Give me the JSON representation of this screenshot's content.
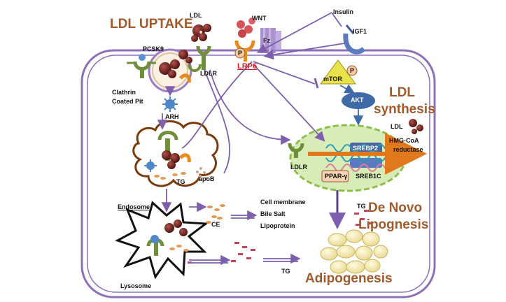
{
  "headings": {
    "ldl_uptake": "LDL UPTAKE",
    "ldl_synthesis_line1": "LDL",
    "ldl_synthesis_line2": "synthesis",
    "de_novo_line1": "De Novo",
    "de_novo_line2": "Lipognesis",
    "adipogenesis": "Adipogenesis"
  },
  "labels": {
    "ldl_top": "LDL",
    "wnt": "WNT",
    "fz": "Fz",
    "insulin": "Insulin",
    "igf1": "IGF1",
    "pcsk9": "PCSK9",
    "p1": "P",
    "p2": "P",
    "lrp6": "LRP6",
    "ldlr_top": "LDLR",
    "mtor": "mTOR",
    "clathrin_line1": "Clathrin",
    "clathrin_line2": "Coated Pit",
    "arh": "ARH",
    "akt": "AKT",
    "ldl_right": "LDL",
    "srebp2": "SREBP2",
    "hmg_line1": "HMG-CoA",
    "hmg_line2": "reductase",
    "ldlr_nucleus": "LDLR",
    "ppar": "PPAR-γ",
    "sreb1c": "SREB1C",
    "tg_endosome": "TG",
    "apob": "apoB",
    "endosome": "Endosome",
    "ce": "CE",
    "cell_membrane": "Cell membrane",
    "bile_salt": "Bile Salt",
    "lipoprotein": "Lipoprotein",
    "tg_right": "TG",
    "tg_bottom": "TG",
    "lysosome": "Lysosome"
  },
  "colors": {
    "membrane": "#8d6fb8",
    "heading_brown": "#a05a2c",
    "ldl_particle": "#6b1f1f",
    "receptor_green": "#6f8f3a",
    "akt_blue": "#3f6aa8",
    "nucleus_fill": "#d8ecb8",
    "nucleus_border": "#8cc04a",
    "mtor_yellow": "#e8e34a",
    "lrp6_red": "#d41c1c"
  }
}
